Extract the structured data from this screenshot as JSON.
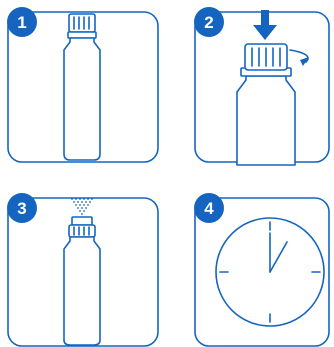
{
  "steps": [
    {
      "number": "1",
      "icon": "bottle-closed"
    },
    {
      "number": "2",
      "icon": "press-and-twist-cap"
    },
    {
      "number": "3",
      "icon": "spray-bottle"
    },
    {
      "number": "4",
      "icon": "clock"
    }
  ],
  "colors": {
    "accent": "#1565c0",
    "background": "#ffffff"
  }
}
